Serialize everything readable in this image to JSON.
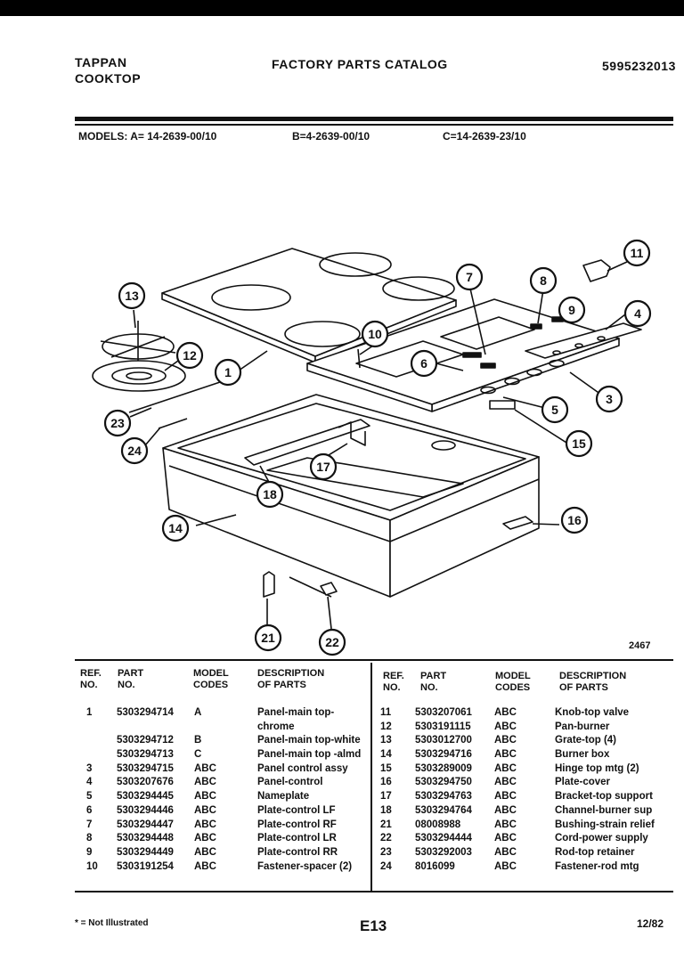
{
  "header": {
    "brand": "TAPPAN",
    "product": "COOKTOP",
    "title": "FACTORY PARTS CATALOG",
    "catalog_number": "5995232013"
  },
  "models": {
    "a": "MODELS: A= 14-2639-00/10",
    "b": "B=4-2639-00/10",
    "c": "C=14-2639-23/10"
  },
  "diagram": {
    "number": "2467",
    "callouts": [
      "1",
      "3",
      "4",
      "5",
      "6",
      "7",
      "8",
      "9",
      "10",
      "11",
      "12",
      "13",
      "14",
      "15",
      "16",
      "17",
      "18",
      "21",
      "22",
      "23",
      "24"
    ]
  },
  "table": {
    "headers": {
      "ref": [
        "REF.",
        "NO."
      ],
      "part": [
        "PART",
        "NO."
      ],
      "codes": [
        "MODEL",
        "CODES"
      ],
      "desc": [
        "DESCRIPTION",
        "OF PARTS"
      ]
    },
    "left": {
      "refs": [
        "1",
        "",
        "",
        "",
        "3",
        "4",
        "5",
        "6",
        "7",
        "8",
        "9",
        "10"
      ],
      "parts": [
        "5303294714",
        "",
        "5303294712",
        "5303294713",
        "5303294715",
        "5303207676",
        "5303294445",
        "5303294446",
        "5303294447",
        "5303294448",
        "5303294449",
        "5303191254"
      ],
      "codes": [
        "A",
        "",
        "B",
        "C",
        "ABC",
        "ABC",
        "ABC",
        "ABC",
        "ABC",
        "ABC",
        "ABC",
        "ABC"
      ],
      "descs": [
        "Panel-main top-",
        "chrome",
        "Panel-main top-white",
        "Panel-main top -almd",
        "Panel control assy",
        "Panel-control",
        "Nameplate",
        "Plate-control LF",
        "Plate-control RF",
        "Plate-control LR",
        "Plate-control RR",
        "Fastener-spacer (2)"
      ]
    },
    "right": {
      "refs": [
        "11",
        "12",
        "13",
        "14",
        "15",
        "16",
        "17",
        "18",
        "21",
        "22",
        "23",
        "24"
      ],
      "parts": [
        "5303207061",
        "5303191115",
        "5303012700",
        "5303294716",
        "5303289009",
        "5303294750",
        "5303294763",
        "5303294764",
        "08008988",
        "5303294444",
        "5303292003",
        "8016099"
      ],
      "codes": [
        "ABC",
        "ABC",
        "ABC",
        "ABC",
        "ABC",
        "ABC",
        "ABC",
        "ABC",
        "ABC",
        "ABC",
        "ABC",
        "ABC"
      ],
      "descs": [
        "Knob-top valve",
        "Pan-burner",
        "Grate-top (4)",
        "Burner box",
        "Hinge top mtg (2)",
        "Plate-cover",
        "Bracket-top support",
        "Channel-burner sup",
        "Bushing-strain relief",
        "Cord-power supply",
        "Rod-top retainer",
        "Fastener-rod mtg"
      ]
    }
  },
  "footer": {
    "note": "* = Not Illustrated",
    "page": "E13",
    "date": "12/82"
  }
}
